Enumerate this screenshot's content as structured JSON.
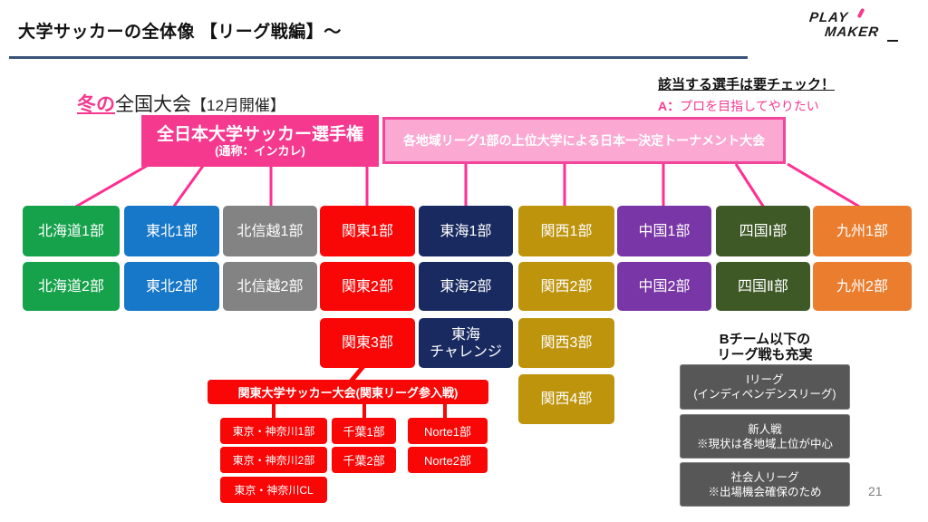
{
  "header": {
    "title": "大学サッカーの全体像 【リーグ戦編】～",
    "logo_top": "PLAY",
    "logo_bottom": "MAKER"
  },
  "intro": {
    "winter_prefix": "冬の",
    "winter_main": "全国大会",
    "winter_note": "【12月開催】"
  },
  "check": {
    "title": "該当する選手は要チェック！",
    "a_label": "A：",
    "a_text": "プロを目指してやりたい"
  },
  "finals": {
    "incollege_title": "全日本大学サッカー選手権",
    "incollege_sub": "(通称：インカレ)",
    "qualifier": "各地域リーグ1部の上位大学による日本一決定トーナメント大会"
  },
  "grid": {
    "r1": [
      "北海道1部",
      "東北1部",
      "北信越1部",
      "関東1部",
      "東海1部",
      "関西1部",
      "中国1部",
      "四国Ⅰ部",
      "九州1部"
    ],
    "r2": [
      "北海道2部",
      "東北2部",
      "北信越2部",
      "関東2部",
      "東海2部",
      "関西2部",
      "中国2部",
      "四国Ⅱ部",
      "九州2部"
    ],
    "kanto3": "関東3部",
    "tokai_challenge_l1": "東海",
    "tokai_challenge_l2": "チャレンジ",
    "kansai3": "関西3部",
    "kansai4": "関西4部"
  },
  "kanto_cluster": {
    "title": "関東大学サッカー大会(関東リーグ参入戦)",
    "tokyo_kanagawa_1": "東京・神奈川1部",
    "chiba_1": "千葉1部",
    "norte_1": "Norte1部",
    "tokyo_kanagawa_2": "東京・神奈川2部",
    "chiba_2": "千葉2部",
    "norte_2": "Norte2部",
    "tokyo_kanagawa_cl": "東京・神奈川CL"
  },
  "b_team": {
    "heading_l1": "Bチーム以下の",
    "heading_l2": "リーグ戦も充実",
    "box1_l1": "Iリーグ",
    "box1_l2": "(インディペンデンスリーグ)",
    "box2_l1": "新人戦",
    "box2_l2": "※現状は各地域上位が中心",
    "box3_l1": "社会人リーグ",
    "box3_l2": "※出場機会確保のため"
  },
  "page": {
    "number": "21"
  },
  "colors": {
    "accent_pink": "#F5398F",
    "connector_pink": "#FF2E93",
    "qualifier_fill": "#FBA9D2",
    "qualifier_border": "#F2469C",
    "hokkaido_green": "#16A24B",
    "tohoku_blue": "#1777C8",
    "hokushinetsu_gray": "#838383",
    "kanto_red": "#F90606",
    "tokai_navy": "#192A60",
    "kansai_gold": "#BE940D",
    "chugoku_purple": "#7936A6",
    "shikoku_olive": "#3E5826",
    "kyushu_orange": "#EB7D2F",
    "bteam_gray": "#575757",
    "title_rule_navy": "#3A5378"
  }
}
